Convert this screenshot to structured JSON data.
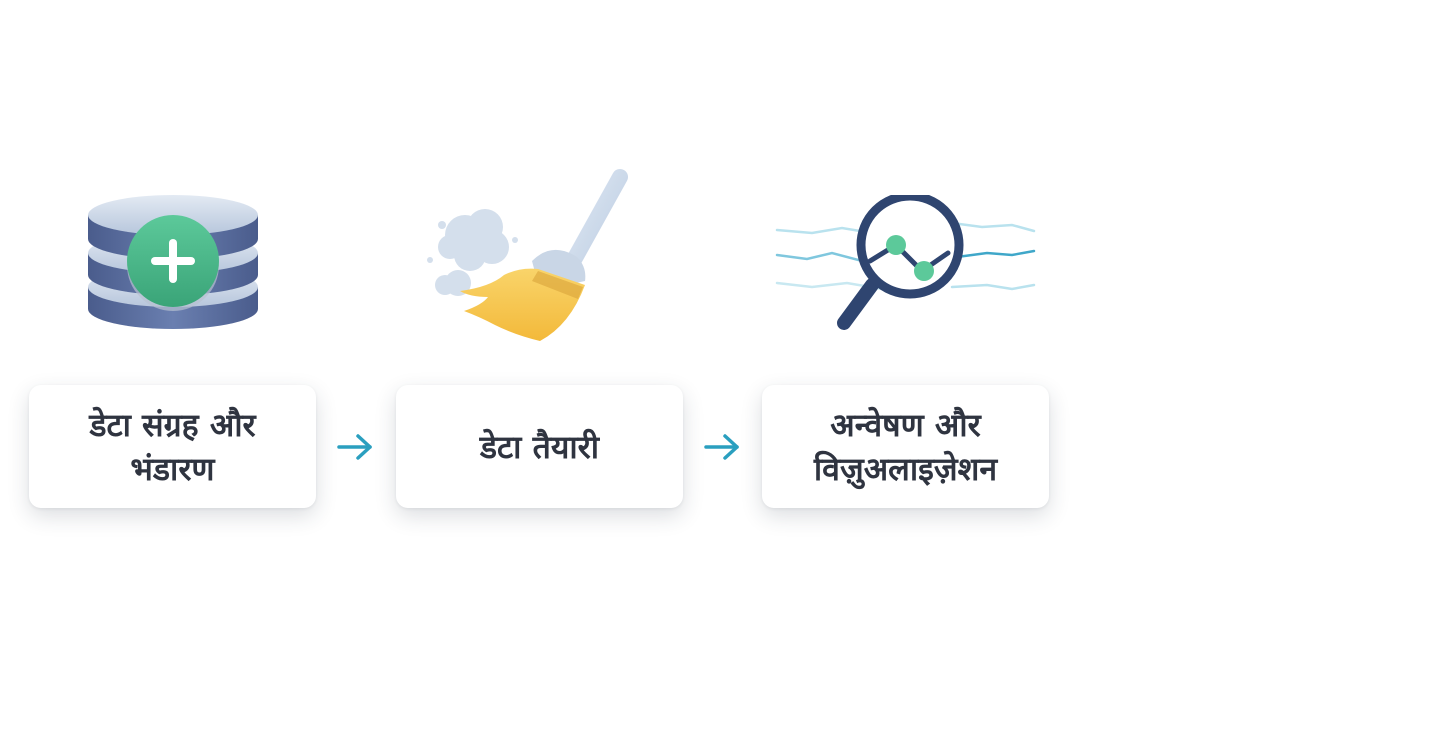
{
  "steps": [
    {
      "label": "डेटा संग्रह और भंडारण",
      "icon": "database-add-icon"
    },
    {
      "label": "डेटा तैयारी",
      "icon": "broom-icon"
    },
    {
      "label": "अन्वेषण और विज़ुअलाइज़ेशन",
      "icon": "magnifier-chart-icon"
    }
  ],
  "colors": {
    "arrow": "#2a9fbf",
    "card_text": "#2f3440",
    "database_blue": "#4f6496",
    "plus_green": "#4dbf8a",
    "broom_yellow": "#f7c548",
    "magnifier_navy": "#2f4570"
  }
}
